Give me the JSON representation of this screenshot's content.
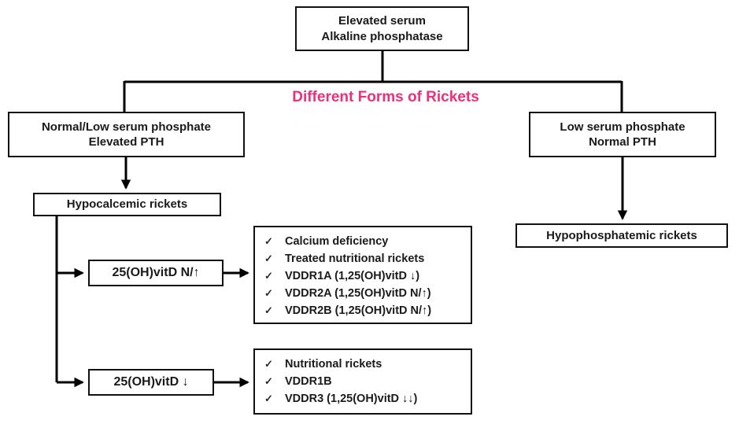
{
  "title": {
    "text": "Different Forms of Rickets",
    "color": "#ed2f7e"
  },
  "nodes": {
    "root": {
      "line1": "Elevated serum",
      "line2": "Alkaline phosphatase"
    },
    "left_branch": {
      "line1": "Normal/Low serum phosphate",
      "line2": "Elevated PTH"
    },
    "right_branch": {
      "line1": "Low serum phosphate",
      "line2": "Normal PTH"
    },
    "hypocalcemic": {
      "label": "Hypocalcemic rickets"
    },
    "hypophosphatemic": {
      "label": "Hypophosphatemic rickets"
    },
    "vitd_normal_high": {
      "label": "25(OH)vitD N/↑"
    },
    "vitd_low": {
      "label": "25(OH)vitD ↓"
    }
  },
  "lists": {
    "check_glyph": "✓",
    "vitd_normal_high_causes": {
      "items": [
        "Calcium deficiency",
        "Treated nutritional rickets",
        "VDDR1A (1,25(OH)vitD ↓)",
        "VDDR2A (1,25(OH)vitD N/↑)",
        "VDDR2B (1,25(OH)vitD N/↑)"
      ]
    },
    "vitd_low_causes": {
      "items": [
        "Nutritional rickets",
        "VDDR1B",
        "VDDR3 (1,25(OH)vitD ↓↓)"
      ]
    }
  },
  "colors": {
    "line": "#000000",
    "box_border": "#111111",
    "text": "#1a1a1a"
  }
}
